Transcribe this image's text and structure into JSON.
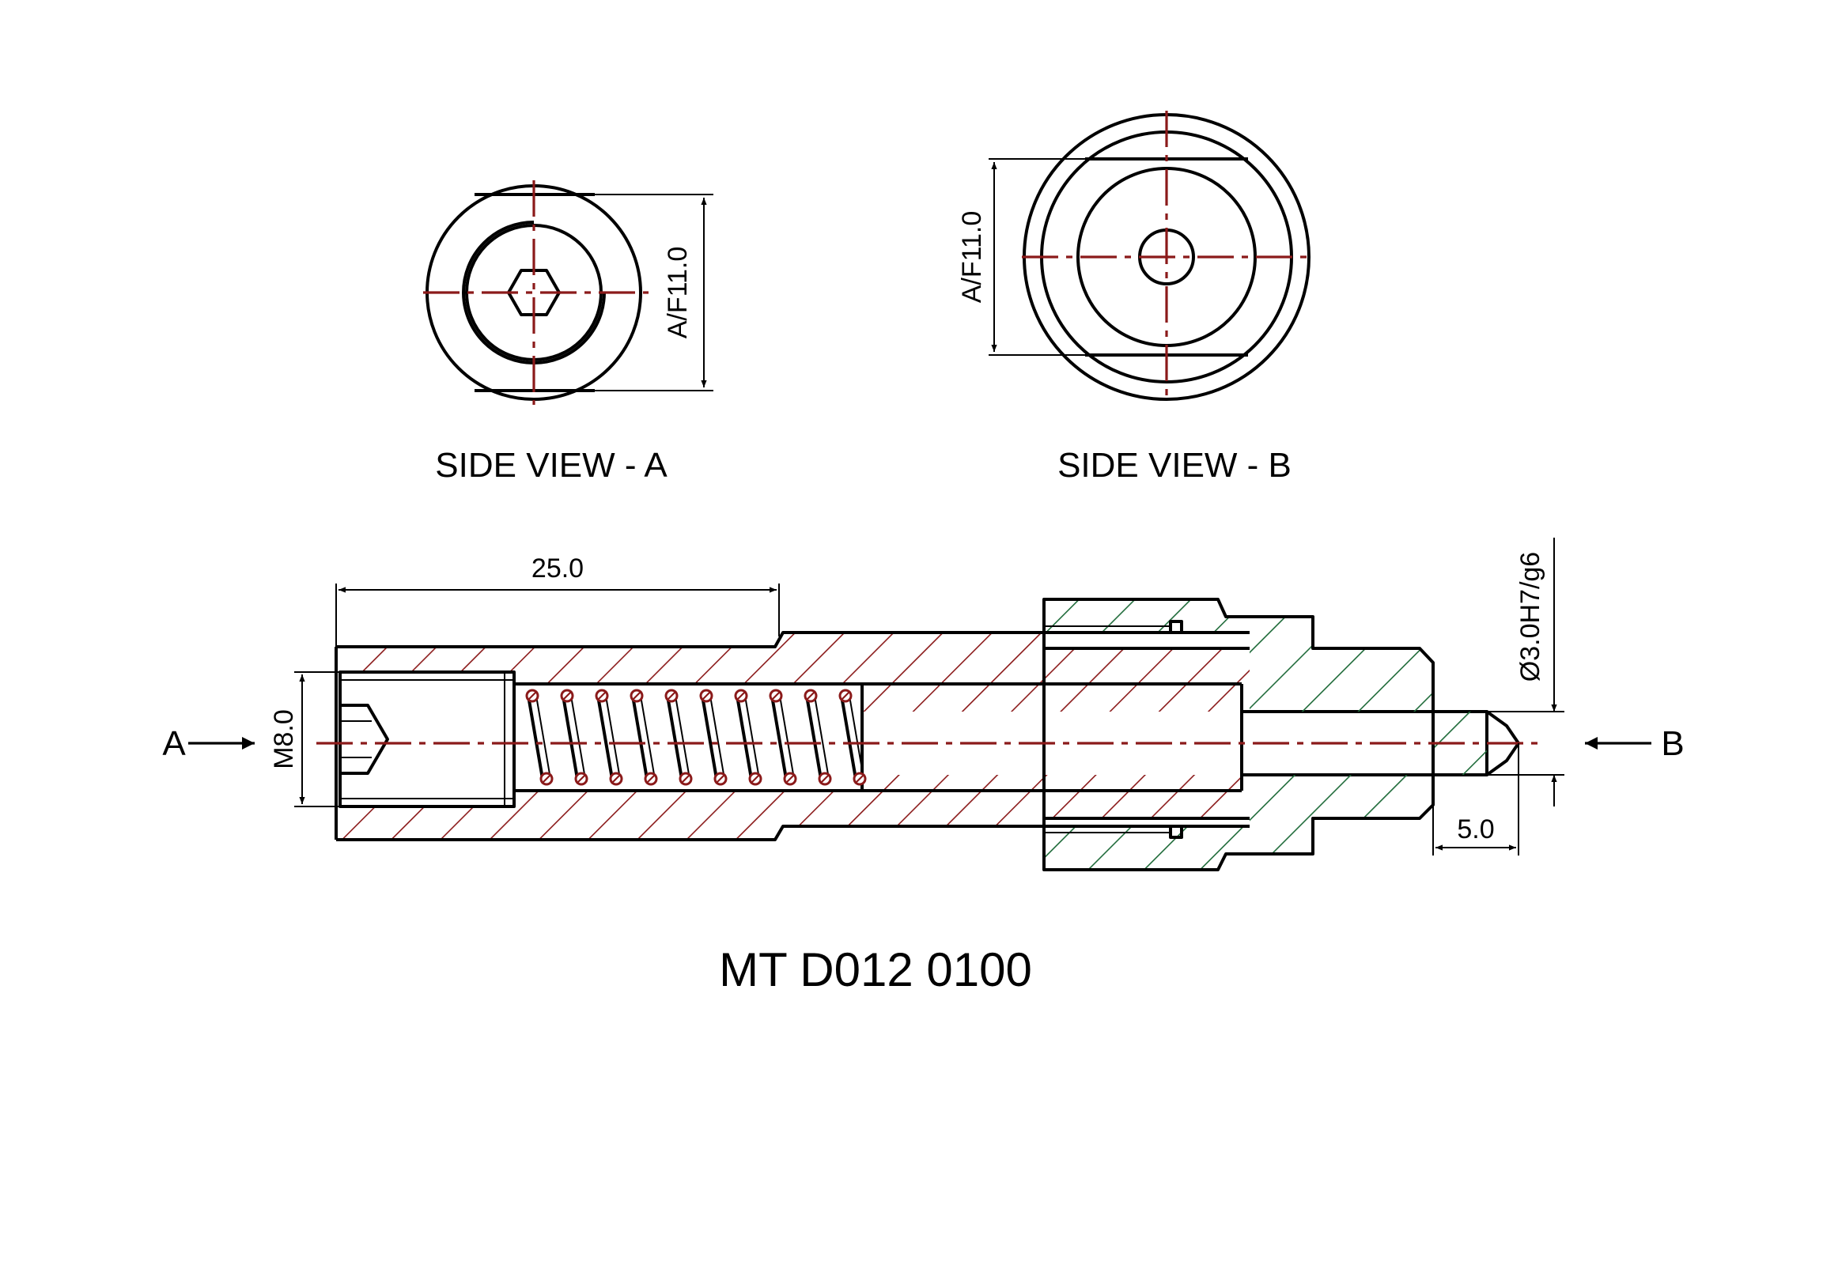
{
  "views": {
    "side_a": {
      "caption": "SIDE VIEW - A",
      "across_flats": "A/F11.0"
    },
    "side_b": {
      "caption": "SIDE VIEW - B",
      "across_flats": "A/F11.0"
    }
  },
  "section": {
    "length_dim": "25.0",
    "thread_dim": "M8.0",
    "bore_fit_dim": "Ø3.0H7/g6",
    "tip_dim": "5.0",
    "arrow_a": "A",
    "arrow_b": "B"
  },
  "part_number": "MT D012 0100",
  "colors": {
    "outline": "#000000",
    "centerline": "#8b1a1a",
    "hatch_body": "#8b1a1a",
    "hatch_nut": "#1f6b3a"
  }
}
